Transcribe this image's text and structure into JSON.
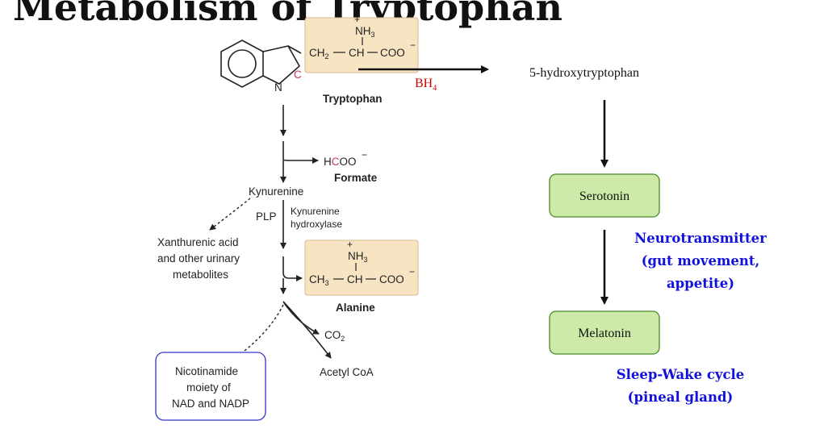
{
  "title": "Metabolism of Tryptophan",
  "structure": {
    "amino_group": "NH",
    "amino_sub": "3",
    "amino_charge": "+",
    "side_chain_ch2": "CH",
    "side_chain_ch2_sub": "2",
    "side_chain_ch": "CH",
    "carboxylate": "COO",
    "carboxylate_charge": "−",
    "ring_n": "N",
    "ring_c": "C"
  },
  "labels": {
    "tryptophan": "Tryptophan",
    "bh4": "BH",
    "bh4_sub": "4",
    "hydroxytryptophan": "5-hydroxytryptophan",
    "formate_formula": "HCOO",
    "formate_h": "H",
    "formate_c": "C",
    "formate_oo": "OO",
    "formate_charge": "−",
    "formate": "Formate",
    "kynurenine": "Kynurenine",
    "plp": "PLP",
    "kynurenine_hydroxylase_1": "Kynurenine",
    "kynurenine_hydroxylase_2": "hydroxylase",
    "xanthurenic_1": "Xanthurenic acid",
    "xanthurenic_2": "and other urinary",
    "xanthurenic_3": "metabolites",
    "alanine_nh3": "NH",
    "alanine_nh3_sub": "3",
    "alanine_ch3": "CH",
    "alanine_ch3_sub": "3",
    "alanine_ch": "CH",
    "alanine_coo": "COO",
    "alanine": "Alanine",
    "co2": "CO",
    "co2_sub": "2",
    "acetyl_coa": "Acetyl CoA",
    "nicotinamide_1": "Nicotinamide",
    "nicotinamide_2": "moiety of",
    "nicotinamide_3": "NAD and NADP",
    "serotonin": "Serotonin",
    "melatonin": "Melatonin",
    "neuro_1": "Neurotransmitter",
    "neuro_2": "(gut movement,",
    "neuro_3": "appetite)",
    "sleep_1": "Sleep-Wake cycle",
    "sleep_2": "(pineal gland)"
  },
  "colors": {
    "box_fill": "#f7e4c3",
    "box_stroke": "#d9b98a",
    "green_fill": "#cdeaa8",
    "green_stroke": "#4a8a2a",
    "blue_text": "#1111dd",
    "red_text": "#cc0000"
  }
}
